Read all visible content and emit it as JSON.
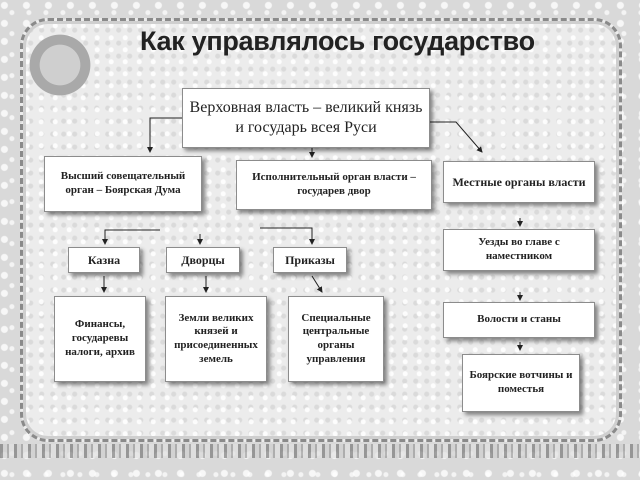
{
  "title": "Как управлялось государство",
  "nodes": {
    "supreme": "Верховная власть – великий князь и государь всея Руси",
    "duma": "Высший совещательный орган – Боярская Дума",
    "executive": "Исполнительный орган власти – государев двор",
    "local": "Местные органы власти",
    "kazna": "Казна",
    "dvortsy": "Дворцы",
    "prikazy": "Приказы",
    "finances": "Финансы, государевы налоги, архив",
    "lands": "Земли великих князей и присоединенных земель",
    "special": "Специальные центральные органы управления",
    "uezdy": "Уезды во главе с наместником",
    "volosti": "Волости и станы",
    "votchiny": "Боярские вотчины и поместья"
  },
  "edges": [
    [
      "supreme",
      "duma"
    ],
    [
      "supreme",
      "executive"
    ],
    [
      "supreme",
      "local"
    ],
    [
      "executive",
      "kazna"
    ],
    [
      "executive",
      "dvortsy"
    ],
    [
      "executive",
      "prikazy"
    ],
    [
      "kazna",
      "finances"
    ],
    [
      "dvortsy",
      "lands"
    ],
    [
      "prikazy",
      "special"
    ],
    [
      "local",
      "uezdy"
    ],
    [
      "uezdy",
      "volosti"
    ],
    [
      "volosti",
      "votchiny"
    ]
  ]
}
